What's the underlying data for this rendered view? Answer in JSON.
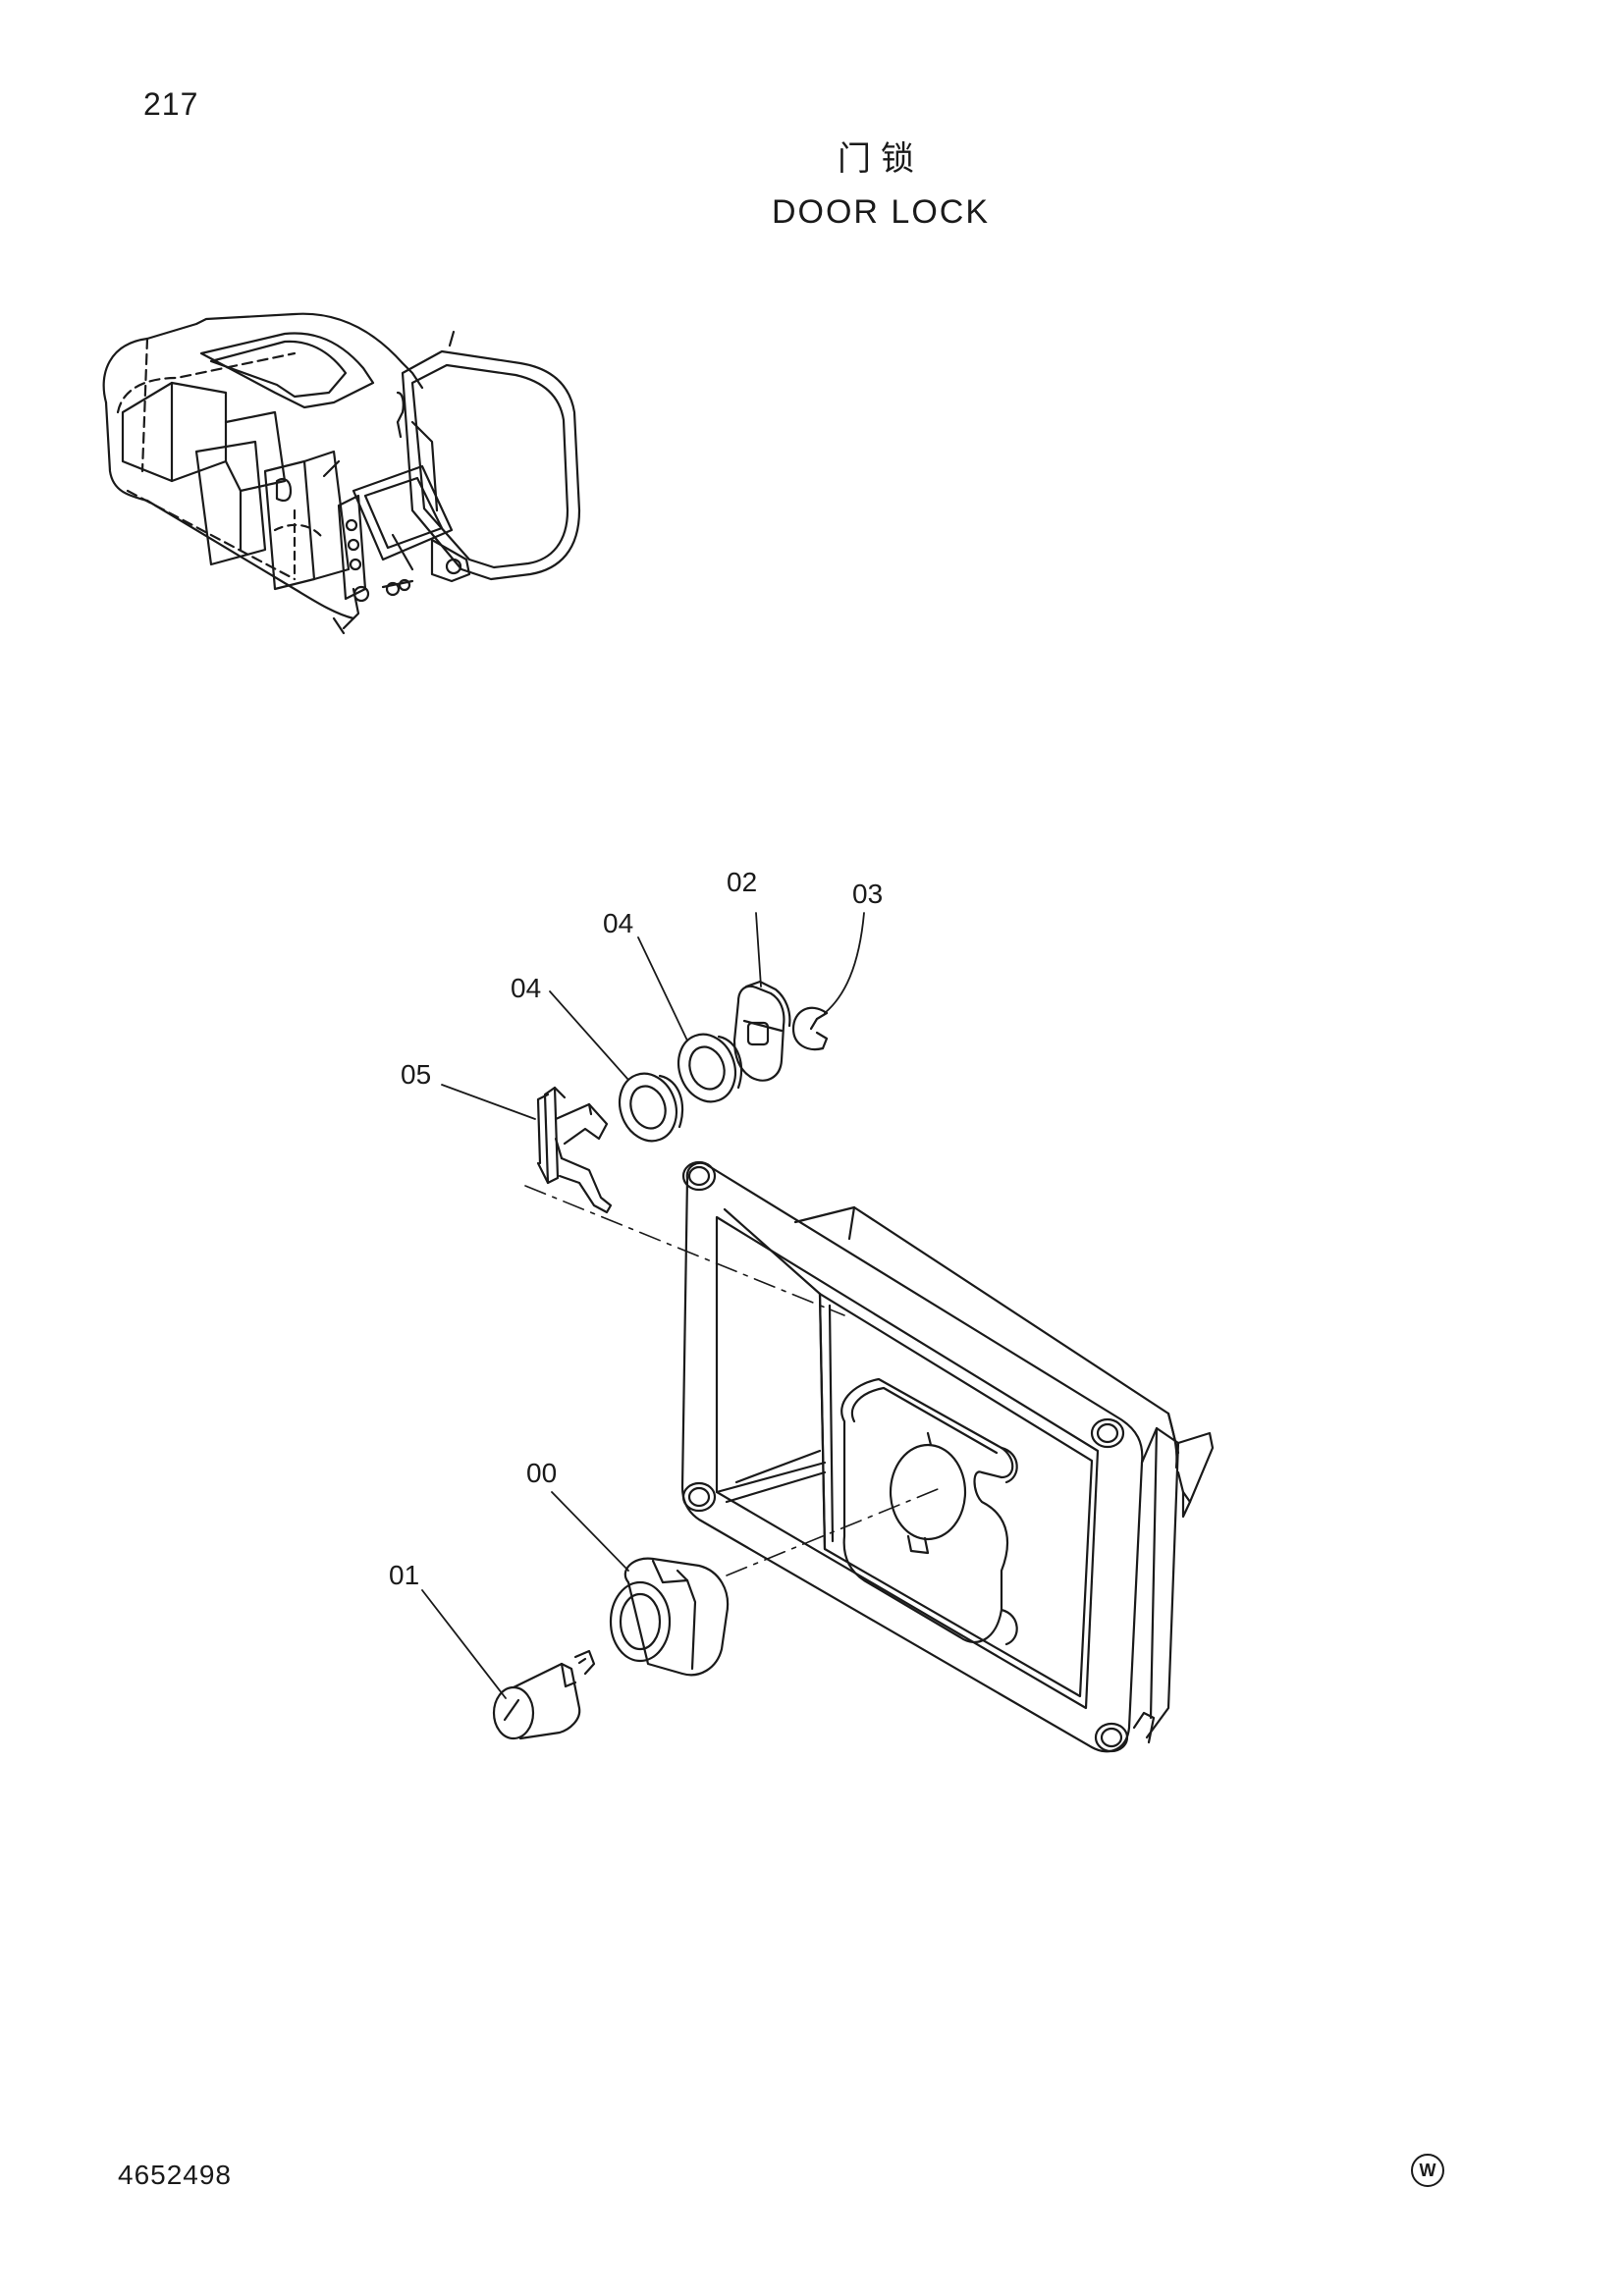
{
  "header": {
    "page_number": "217",
    "title_cn": "门锁",
    "title_en": "DOOR  LOCK"
  },
  "diagram": {
    "callouts": [
      {
        "id": "c00",
        "label": "00"
      },
      {
        "id": "c01",
        "label": "01"
      },
      {
        "id": "c02",
        "label": "02"
      },
      {
        "id": "c03",
        "label": "03"
      },
      {
        "id": "c04a",
        "label": "04"
      },
      {
        "id": "c04b",
        "label": "04"
      },
      {
        "id": "c05",
        "label": "05"
      }
    ]
  },
  "footer": {
    "doc_number": "4652498",
    "mark": "W"
  }
}
